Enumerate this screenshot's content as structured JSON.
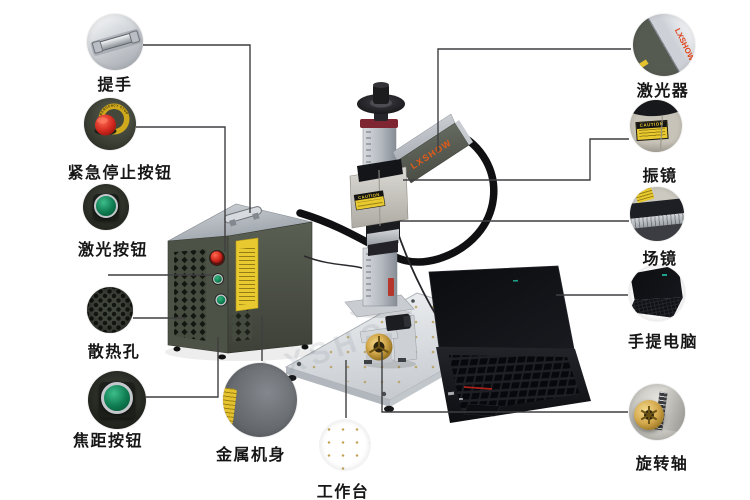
{
  "callouts": {
    "left": [
      {
        "id": "handle",
        "label": "提手"
      },
      {
        "id": "emergency-stop-button",
        "label": "紧急停止按钮"
      },
      {
        "id": "laser-button",
        "label": "激光按钮"
      },
      {
        "id": "heat-dissipation-vents",
        "label": "散热孔"
      },
      {
        "id": "focus-button",
        "label": "焦距按钮"
      }
    ],
    "bottom": [
      {
        "id": "metal-body",
        "label": "金属机身"
      },
      {
        "id": "worktable",
        "label": "工作台"
      }
    ],
    "right": [
      {
        "id": "laser-source",
        "label": "激光器"
      },
      {
        "id": "galvanometer",
        "label": "振镜"
      },
      {
        "id": "field-lens",
        "label": "场镜"
      },
      {
        "id": "laptop",
        "label": "手提电脑"
      },
      {
        "id": "rotary-axis",
        "label": "旋转轴"
      }
    ]
  },
  "machine": {
    "caution_label": "CAUTION",
    "emergency_ring_text": "EMERGENCY STOP",
    "brand_text": "LXSHOW",
    "watermark": "LXSHOW"
  },
  "colors": {
    "background": "#ffffff",
    "callout_line": "#3f3f41",
    "label_text": "#161616",
    "sticker_yellow": "#e9c930",
    "estop_red": "#d2281e",
    "button_green": "#0c7d50",
    "brand_orange": "#e55a17",
    "chuck_gold": "#d4a94d"
  }
}
